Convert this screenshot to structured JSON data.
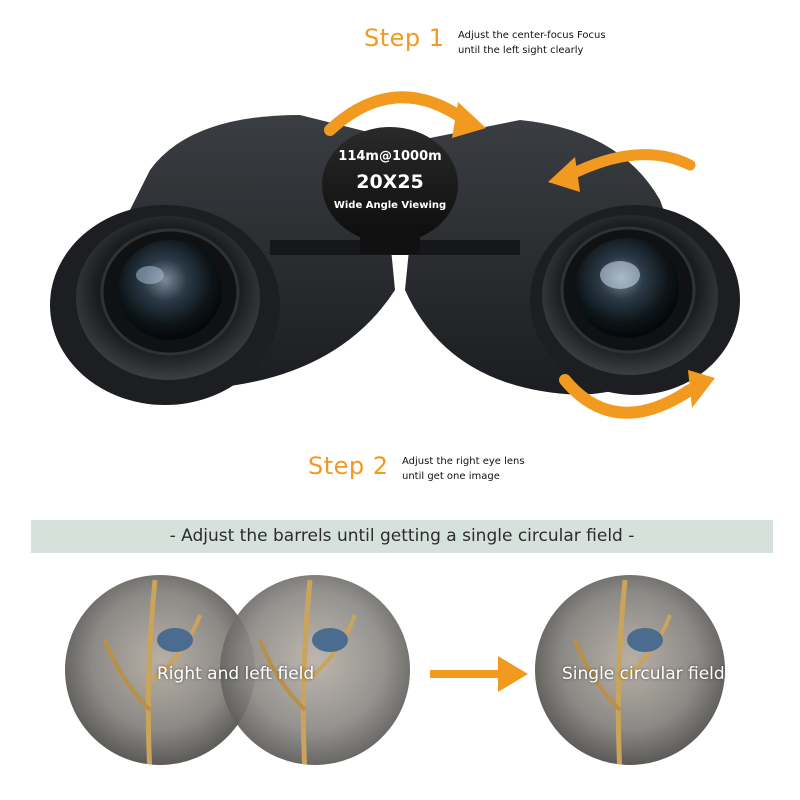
{
  "step1": {
    "title": "Step 1",
    "note_line1": "Adjust the center-focus Focus",
    "note_line2": "until the left sight clearly"
  },
  "step2": {
    "title": "Step 2",
    "note_line1": "Adjust the right eye lens",
    "note_line2": "until get one image"
  },
  "focus_wheel": {
    "line1": "114m@1000m",
    "line2": "20X25",
    "line3": "Wide Angle Viewing"
  },
  "banner": {
    "text": "- Adjust the barrels until getting a single circular field -"
  },
  "fields": {
    "left_label": "Right and left field",
    "right_label": "Single circular field"
  },
  "colors": {
    "accent_orange": "#f29a1f",
    "banner_bg": "#d7e1dc",
    "binocular_body": "#2a2c2f"
  }
}
